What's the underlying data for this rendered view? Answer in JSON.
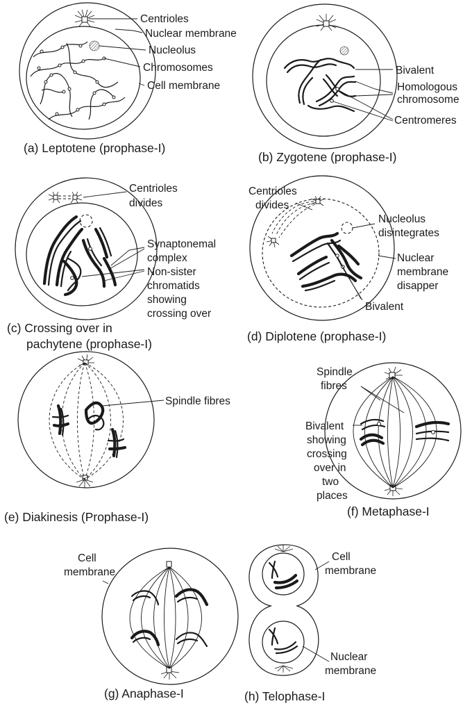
{
  "labels": {
    "a_centrioles": "Centrioles",
    "a_nuclear_membrane": "Nuclear membrane",
    "a_nucleolus": "Nucleolus",
    "a_chromosomes": "Chromosomes",
    "a_cell_membrane": "Cell membrane",
    "b_bivalent": "Bivalent",
    "b_homologous_1": "Homologous",
    "b_homologous_2": "chromosome",
    "b_centromeres": "Centromeres",
    "c_centrioles_1": "Centrioles",
    "c_centrioles_2": "divides",
    "c_synaptonemal_1": "Synaptonemal",
    "c_synaptonemal_2": "complex",
    "c_nonsister_1": "Non-sister",
    "c_nonsister_2": "chromatids",
    "c_nonsister_3": "showing",
    "c_nonsister_4": "crossing over",
    "d_centrioles_1": "Centrioles",
    "d_centrioles_2": "divides",
    "d_nucleolus_1": "Nucleolus",
    "d_nucleolus_2": "disintegrates",
    "d_nuclear_1": "Nuclear",
    "d_nuclear_2": "membrane",
    "d_nuclear_3": "disapper",
    "d_bivalent": "Bivalent",
    "e_spindle": "Spindle fibres",
    "f_spindle_1": "Spindle",
    "f_spindle_2": "fibres",
    "f_bivalent_1": "Bivalent",
    "f_bivalent_2": "showing",
    "f_bivalent_3": "crossing",
    "f_bivalent_4": "over in",
    "f_bivalent_5": "two",
    "f_bivalent_6": "places",
    "g_cell_1": "Cell",
    "g_cell_2": "membrane",
    "h_cell_1": "Cell",
    "h_cell_2": "membrane",
    "h_nuclear_1": "Nuclear",
    "h_nuclear_2": "membrane"
  },
  "captions": {
    "a": "(a) Leptotene (prophase-I)",
    "b": "(b) Zygotene (prophase-I)",
    "c_1": "(c) Crossing over in",
    "c_2": "pachytene (prophase-I)",
    "d": "(d) Diplotene (prophase-I)",
    "e": "(e) Diakinesis (Prophase-I)",
    "f": "(f) Metaphase-I",
    "g": "(g) Anaphase-I",
    "h": "(h) Telophase-I"
  },
  "colors": {
    "ink": "#1a1a1a",
    "background": "#ffffff"
  }
}
